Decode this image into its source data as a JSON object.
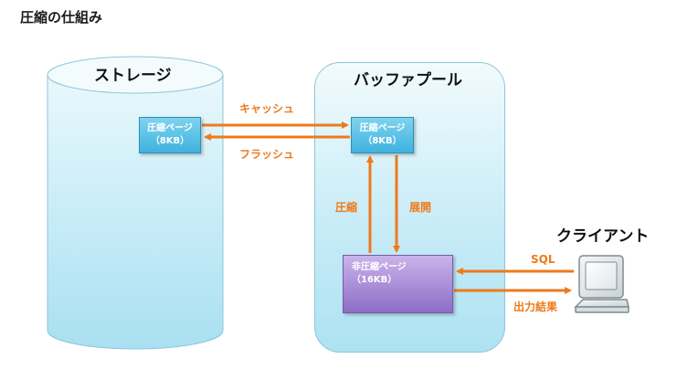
{
  "title": "圧縮の仕組み",
  "storage": {
    "label": "ストレージ"
  },
  "buffer_pool": {
    "label": "バッファプール"
  },
  "pages": {
    "storage_page": {
      "line1": "圧縮ページ",
      "line2": "（8KB）"
    },
    "buffer_page": {
      "line1": "圧縮ページ",
      "line2": "（8KB）"
    },
    "uncompressed_page": {
      "line1": "非圧縮ページ",
      "line2": "（16KB）"
    }
  },
  "arrows": {
    "cache": "キャッシュ",
    "flush": "フラッシュ",
    "compress": "圧縮",
    "expand": "展開",
    "sql": "SQL",
    "result": "出力結果"
  },
  "client": {
    "label": "クライアント",
    "icon": "computer-monitor-icon"
  },
  "colors": {
    "arrow": "#ee7a1a",
    "compressed_page": "#3fb2df",
    "uncompressed_page": "#8e6cc6",
    "container": "#c8ecf7"
  }
}
